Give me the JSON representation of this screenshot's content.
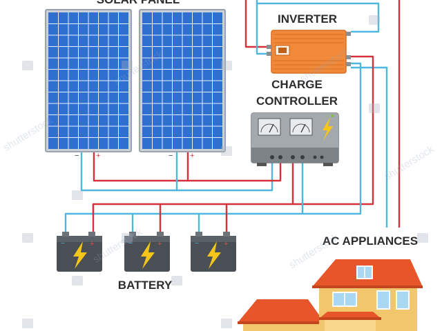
{
  "labels": {
    "solar_panel": "SOLAR PANEL",
    "inverter": "INVERTER",
    "charge_controller_line1": "CHARGE",
    "charge_controller_line2": "CONTROLLER",
    "ac_appliances": "AC APPLIANCES",
    "battery": "BATTERY"
  },
  "terminal_marks": {
    "negative": "−",
    "positive": "+"
  },
  "watermark": "shutterstock",
  "colors": {
    "wire_positive": "#d5313c",
    "wire_negative": "#4fb6dc",
    "panel_cell": "#2f6fd0",
    "panel_frame": "#b8c0c8",
    "inverter_body": "#f08a3a",
    "controller_body": "#8f9499",
    "battery_body": "#4a4f55",
    "bolt": "#f5c518",
    "roof": "#e6562a",
    "house_wall": "#f2c66d"
  },
  "icons": [
    "solar-panel-icon",
    "inverter-icon",
    "charge-controller-icon",
    "gauge-icon",
    "lightning-bolt-icon",
    "battery-icon",
    "house-icon"
  ]
}
